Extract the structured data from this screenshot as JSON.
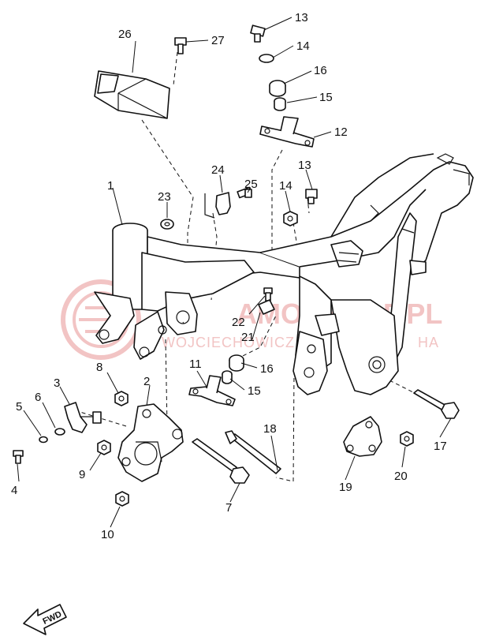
{
  "watermark": {
    "brand": "AMOSSHOP.PL",
    "sub": "WOJCIECHOWICZ",
    "sub2": "HA",
    "color": "#f2c4c4"
  },
  "fwd_label": "FWD",
  "callouts": {
    "c1": "1",
    "c2": "2",
    "c3": "3",
    "c4": "4",
    "c5": "5",
    "c6": "6",
    "c7": "7",
    "c8": "8",
    "c9": "9",
    "c10": "10",
    "c11": "11",
    "c12": "12",
    "c13a": "13",
    "c13b": "13",
    "c14a": "14",
    "c14b": "14",
    "c15a": "15",
    "c15b": "15",
    "c16a": "16",
    "c16b": "16",
    "c17": "17",
    "c18": "18",
    "c19": "19",
    "c20": "20",
    "c21": "21",
    "c22": "22",
    "c23": "23",
    "c24": "24",
    "c25": "25",
    "c26": "26",
    "c27": "27"
  }
}
